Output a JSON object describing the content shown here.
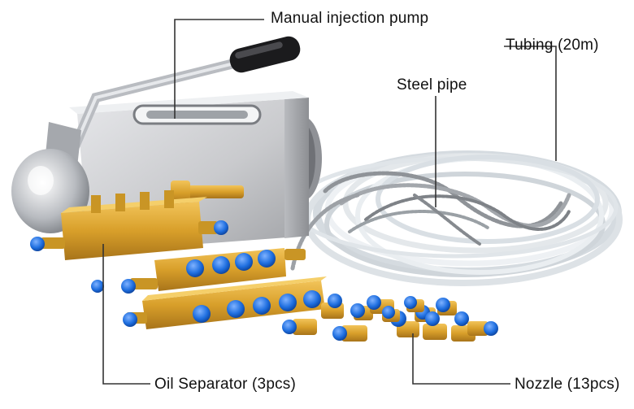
{
  "labels": {
    "pump": "Manual injection pump",
    "tubing": "Tubing (20m)",
    "steel_pipe": "Steel pipe",
    "oil_separator": "Oil Separator (3pcs)",
    "nozzle": "Nozzle (13pcs)"
  },
  "colors": {
    "background": "#ffffff",
    "pump_body": "#d2d3d6",
    "brass": "#d9a62e",
    "fitting_blue": "#1f6fe0",
    "tubing": "#e9edf0",
    "leader_line": "#333333"
  }
}
